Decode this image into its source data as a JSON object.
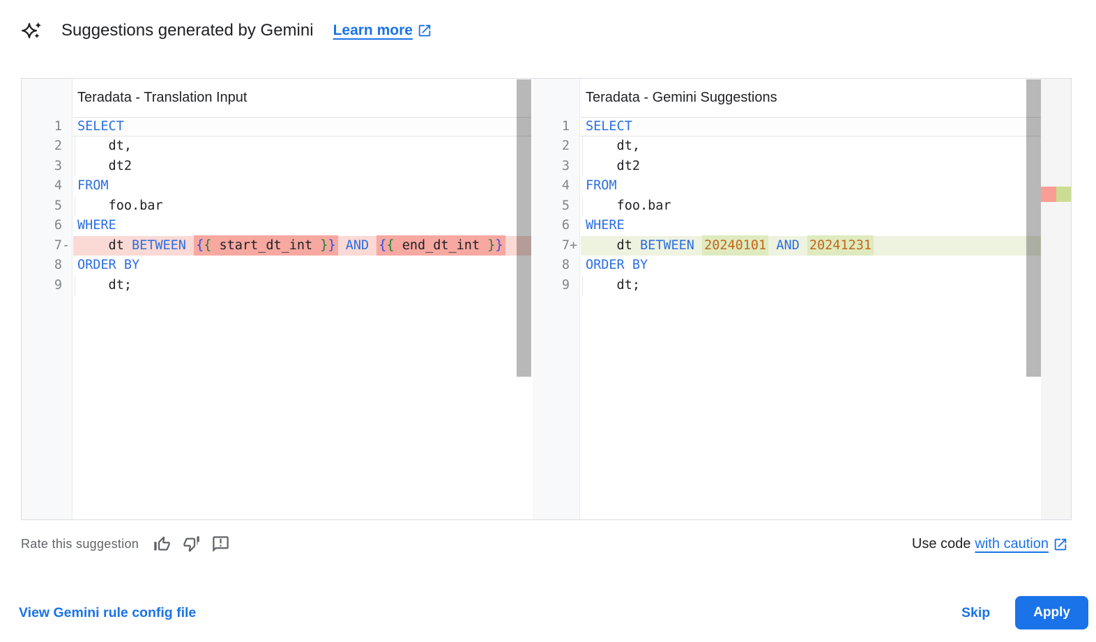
{
  "header": {
    "title": "Suggestions generated by Gemini",
    "learn_more_label": "Learn more"
  },
  "icons": {
    "header_icon": "gemini-sparkle-icon",
    "learn_more_icon": "open-in-new-icon",
    "thumb_up": "thumb-up-icon",
    "thumb_down": "thumb-down-icon",
    "feedback": "feedback-icon",
    "use_code_icon": "open-in-new-icon"
  },
  "diff": {
    "left": {
      "title": "Teradata - Translation Input",
      "lines": [
        {
          "num": 1,
          "sign": "",
          "cls": "current",
          "tokens": [
            {
              "t": "kw",
              "s": "SELECT"
            }
          ]
        },
        {
          "num": 2,
          "sign": "",
          "ind": true,
          "tokens": [
            {
              "t": "pl",
              "s": "    dt,"
            }
          ]
        },
        {
          "num": 3,
          "sign": "",
          "ind": true,
          "tokens": [
            {
              "t": "pl",
              "s": "    dt2"
            }
          ]
        },
        {
          "num": 4,
          "sign": "",
          "tokens": [
            {
              "t": "kw",
              "s": "FROM"
            }
          ]
        },
        {
          "num": 5,
          "sign": "",
          "ind": true,
          "tokens": [
            {
              "t": "pl",
              "s": "    foo.bar"
            }
          ]
        },
        {
          "num": 6,
          "sign": "",
          "tokens": [
            {
              "t": "kw",
              "s": "WHERE"
            }
          ]
        },
        {
          "num": 7,
          "sign": "-",
          "cls": "removed",
          "tokens": [
            {
              "t": "pl",
              "s": "    dt "
            },
            {
              "t": "kw",
              "s": "BETWEEN"
            },
            {
              "t": "pl",
              "s": " "
            },
            {
              "g": [
                {
                  "t": "br1",
                  "s": "{"
                },
                {
                  "t": "br2",
                  "s": "{"
                },
                {
                  "t": "pl",
                  "s": " start_dt_int "
                },
                {
                  "t": "br2",
                  "s": "}"
                },
                {
                  "t": "br1",
                  "s": "}"
                }
              ]
            },
            {
              "t": "pl",
              "s": " "
            },
            {
              "t": "kw",
              "s": "AND"
            },
            {
              "t": "pl",
              "s": " "
            },
            {
              "g": [
                {
                  "t": "br1",
                  "s": "{"
                },
                {
                  "t": "br2",
                  "s": "{"
                },
                {
                  "t": "pl",
                  "s": " end_dt_int "
                },
                {
                  "t": "br2",
                  "s": "}"
                },
                {
                  "t": "br1",
                  "s": "}"
                }
              ]
            }
          ]
        },
        {
          "num": 8,
          "sign": "",
          "tokens": [
            {
              "t": "kw",
              "s": "ORDER BY"
            }
          ]
        },
        {
          "num": 9,
          "sign": "",
          "ind": true,
          "tokens": [
            {
              "t": "pl",
              "s": "    dt;"
            }
          ]
        }
      ]
    },
    "right": {
      "title": "Teradata - Gemini Suggestions",
      "lines": [
        {
          "num": 1,
          "sign": "",
          "cls": "current",
          "tokens": [
            {
              "t": "kw",
              "s": "SELECT"
            }
          ]
        },
        {
          "num": 2,
          "sign": "",
          "ind": true,
          "tokens": [
            {
              "t": "pl",
              "s": "    dt,"
            }
          ]
        },
        {
          "num": 3,
          "sign": "",
          "ind": true,
          "tokens": [
            {
              "t": "pl",
              "s": "    dt2"
            }
          ]
        },
        {
          "num": 4,
          "sign": "",
          "tokens": [
            {
              "t": "kw",
              "s": "FROM"
            }
          ]
        },
        {
          "num": 5,
          "sign": "",
          "ind": true,
          "tokens": [
            {
              "t": "pl",
              "s": "    foo.bar"
            }
          ]
        },
        {
          "num": 6,
          "sign": "",
          "tokens": [
            {
              "t": "kw",
              "s": "WHERE"
            }
          ]
        },
        {
          "num": 7,
          "sign": "+",
          "cls": "added",
          "tokens": [
            {
              "t": "pl",
              "s": "    dt "
            },
            {
              "t": "kw",
              "s": "BETWEEN"
            },
            {
              "t": "pl",
              "s": " "
            },
            {
              "g": [
                {
                  "t": "num",
                  "s": "20240101"
                }
              ]
            },
            {
              "t": "pl",
              "s": " "
            },
            {
              "t": "kw",
              "s": "AND"
            },
            {
              "t": "pl",
              "s": " "
            },
            {
              "g": [
                {
                  "t": "num",
                  "s": "20241231"
                }
              ]
            }
          ]
        },
        {
          "num": 8,
          "sign": "",
          "tokens": [
            {
              "t": "kw",
              "s": "ORDER BY"
            }
          ]
        },
        {
          "num": 9,
          "sign": "",
          "ind": true,
          "tokens": [
            {
              "t": "pl",
              "s": "    dt;"
            }
          ]
        }
      ]
    }
  },
  "footer": {
    "rate_label": "Rate this suggestion",
    "use_code_prefix": "Use code",
    "use_code_link": "with caution",
    "view_config_label": "View Gemini rule config file",
    "skip_label": "Skip",
    "apply_label": "Apply"
  },
  "colors": {
    "accent_blue": "#1a73e8",
    "keyword": "#2b6fe2",
    "number": "#c2661a",
    "bracket_outer": "#2b4fe2",
    "bracket_inner": "#188038",
    "removed_line_bg": "#fbd9d4",
    "removed_char_bg": "#f7a8a1",
    "added_line_bg": "#eef3e0",
    "added_char_bg": "#dfeabf",
    "ruler_removed": "#f99d95",
    "ruler_added": "#cbdd92",
    "text": "#202124",
    "muted": "#5f6368",
    "line_number": "#80868b",
    "gutter_bg": "#f8f9fa"
  }
}
